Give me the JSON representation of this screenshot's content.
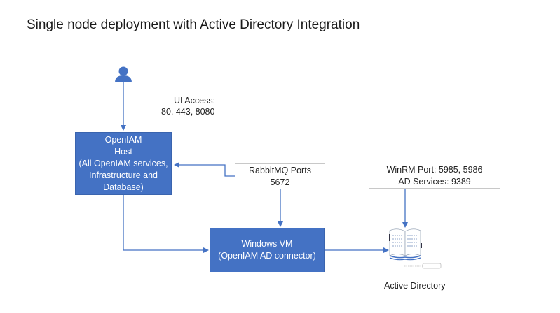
{
  "title": "Single node deployment with Active Directory Integration",
  "user": {
    "icon": "user-icon",
    "access_label": [
      "UI Access:",
      "80, 443, 8080"
    ]
  },
  "openiam_host": {
    "lines": [
      "OpenIAM",
      "Host",
      "(All OpenIAM services,",
      "Infrastructure and",
      "Database)"
    ]
  },
  "rabbitmq": {
    "lines": [
      "RabbitMQ Ports",
      "5672"
    ]
  },
  "winrm": {
    "lines": [
      "WinRM Port: 5985, 5986",
      "AD Services: 9389"
    ]
  },
  "windows_vm": {
    "lines": [
      "Windows VM",
      "(OpenIAM AD connector)"
    ]
  },
  "active_directory": {
    "icon": "book-directory-icon",
    "label": "Active Directory"
  },
  "colors": {
    "node_fill": "#4472c4",
    "connector": "#4472c4"
  }
}
